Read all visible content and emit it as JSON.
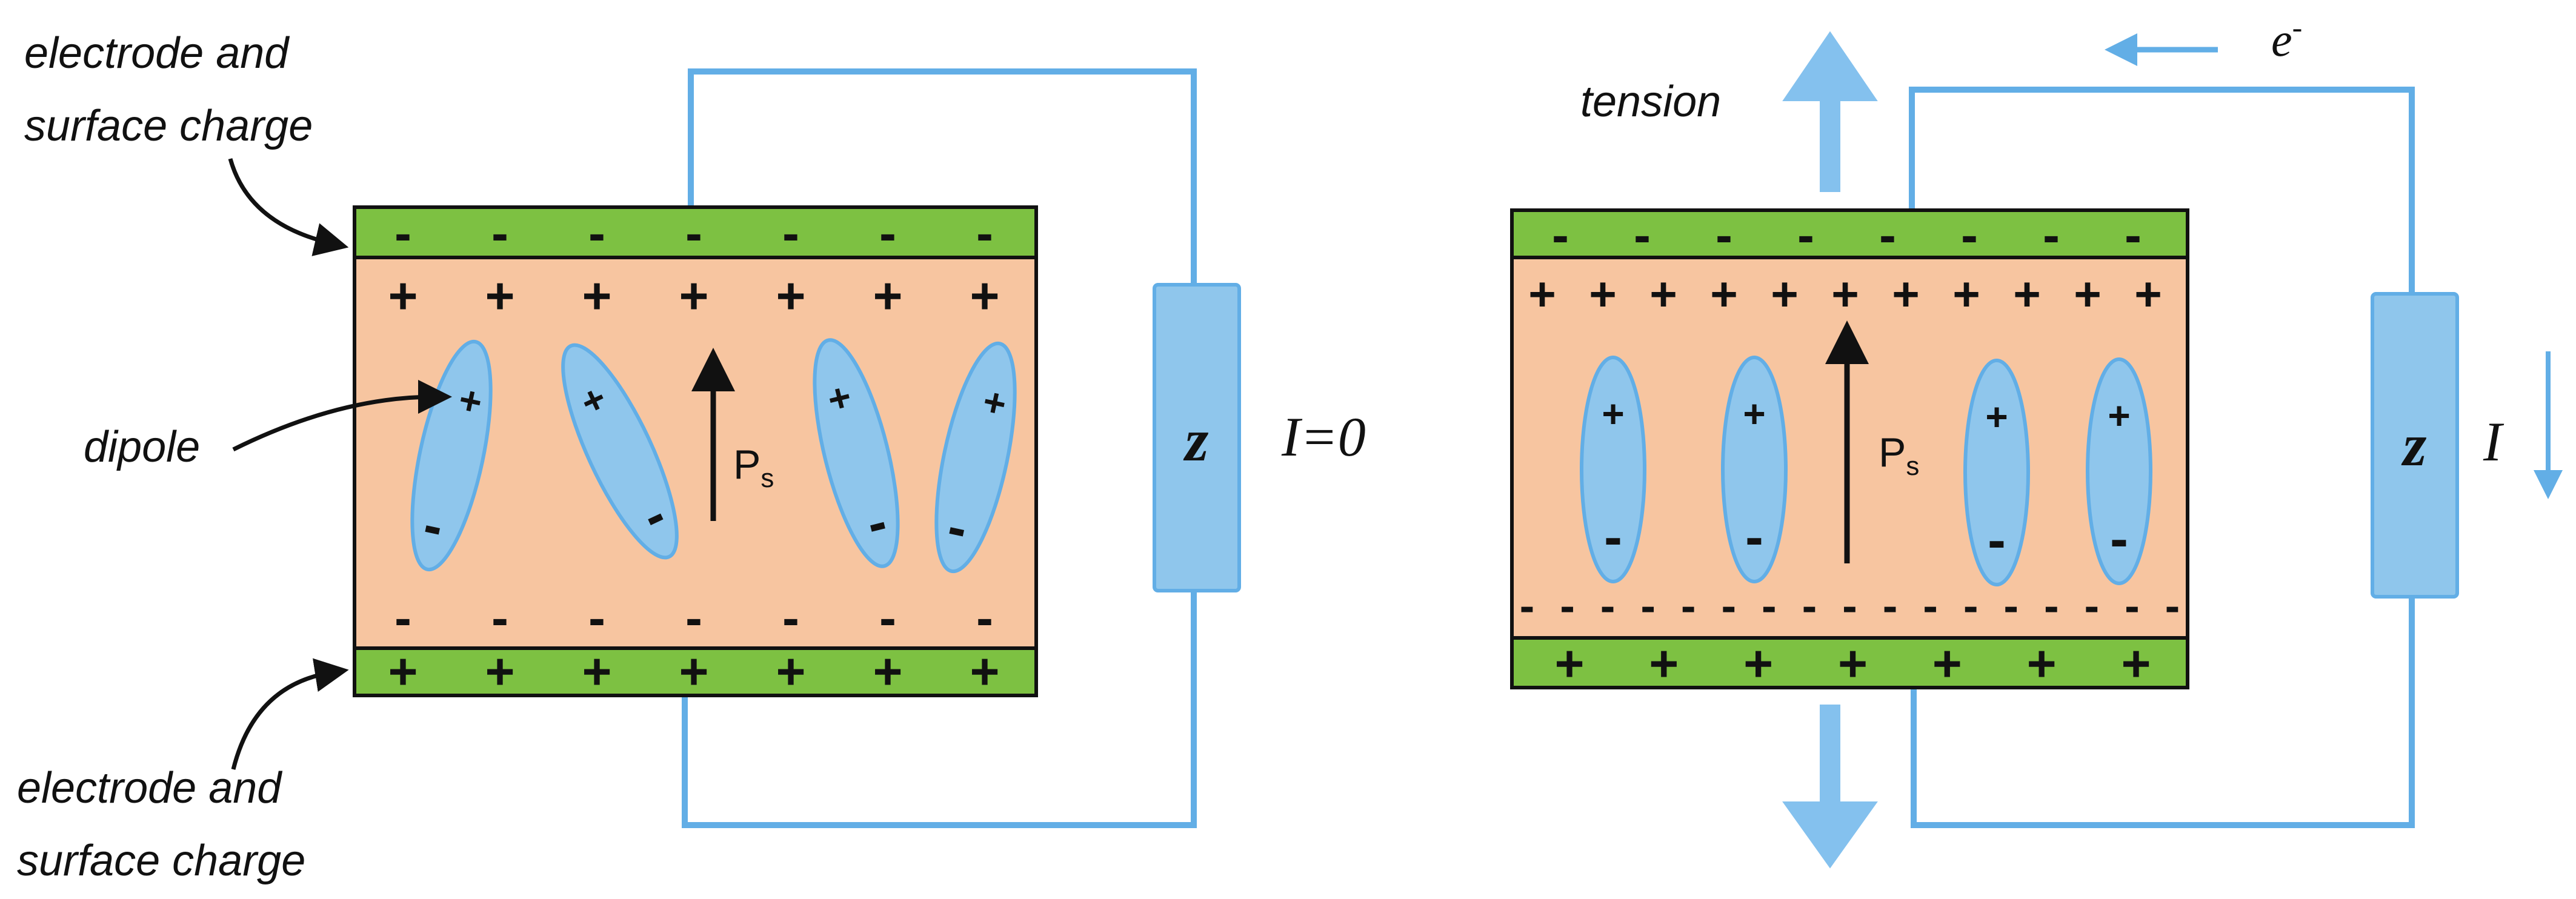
{
  "colors": {
    "electrode": "#7dc142",
    "dielectric": "#f7c5a0",
    "dipole": "#8fc6ec",
    "wire": "#62aee6",
    "arrow": "#84c1ee",
    "outline": "#111111"
  },
  "left": {
    "label_top_line1": "electrode and",
    "label_top_line2": "surface charge",
    "label_dipole": "dipole",
    "label_bottom_line1": "electrode and",
    "label_bottom_line2": "surface charge",
    "polarization_main": "P",
    "polarization_sub": "s",
    "impedance": "z",
    "current": "I=0",
    "top_electrode_signs": [
      "-",
      "-",
      "-",
      "-",
      "-",
      "-",
      "-"
    ],
    "top_bound_signs": [
      "+",
      "+",
      "+",
      "+",
      "+",
      "+",
      "+"
    ],
    "bottom_bound_signs": [
      "-",
      "-",
      "-",
      "-",
      "-",
      "-",
      "-"
    ],
    "bottom_electrode_signs": [
      "+",
      "+",
      "+",
      "+",
      "+",
      "+",
      "+"
    ],
    "dipoles": [
      {
        "plus": "+",
        "minus": "-"
      },
      {
        "plus": "+",
        "minus": "-"
      },
      {
        "plus": "+",
        "minus": "-"
      },
      {
        "plus": "+",
        "minus": "-"
      }
    ]
  },
  "right": {
    "label_tension": "tension",
    "electron": "e",
    "electron_sup": "-",
    "polarization_main": "P",
    "polarization_sub": "s",
    "impedance": "z",
    "current": "I",
    "top_electrode_signs": [
      "-",
      "-",
      "-",
      "-",
      "-",
      "-",
      "-",
      "-"
    ],
    "top_bound_signs": [
      "+",
      "+",
      "+",
      "+",
      "+",
      "+",
      "+",
      "+",
      "+",
      "+",
      "+"
    ],
    "bottom_bound_signs": [
      "-",
      "-",
      "-",
      "-",
      "-",
      "-",
      "-",
      "-",
      "-",
      "-",
      "-",
      "-",
      "-",
      "-",
      "-",
      "-",
      "-"
    ],
    "bottom_electrode_signs": [
      "+",
      "+",
      "+",
      "+",
      "+",
      "+",
      "+"
    ],
    "dipoles": [
      {
        "plus": "+",
        "minus": "-"
      },
      {
        "plus": "+",
        "minus": "-"
      },
      {
        "plus": "+",
        "minus": "-"
      },
      {
        "plus": "+",
        "minus": "-"
      }
    ]
  }
}
